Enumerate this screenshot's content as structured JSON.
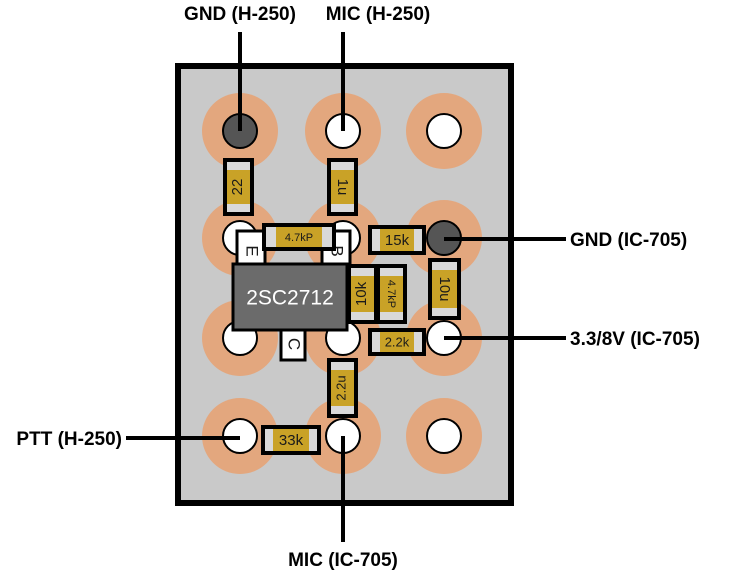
{
  "colors": {
    "board": "#c9c9c9",
    "pad": "#e3a77e",
    "hole": "#ffffff",
    "via": "#555555",
    "component_body": "#c9a227",
    "component_end": "#d9d9d9",
    "transistor": "#6b6b6b",
    "wire": "#000000"
  },
  "labels": {
    "gnd_h250": "GND (H-250)",
    "mic_h250": "MIC (H-250)",
    "gnd_ic705": "GND (IC-705)",
    "v_ic705": "3.3/8V (IC-705)",
    "ptt_h250": "PTT (H-250)",
    "mic_ic705": "MIC (IC-705)"
  },
  "components": {
    "r22": "22",
    "c1u": "1u",
    "c47kp_top": "4.7kP",
    "r15k": "15k",
    "r10k": "10k",
    "c47kp_vert": "4.7kP",
    "c10u": "10u",
    "r2_2k": "2.2k",
    "c2_2u": "2.2u",
    "r33k": "33k"
  },
  "transistor": {
    "part": "2SC2712",
    "emitter": "E",
    "base": "B",
    "collector": "C"
  }
}
